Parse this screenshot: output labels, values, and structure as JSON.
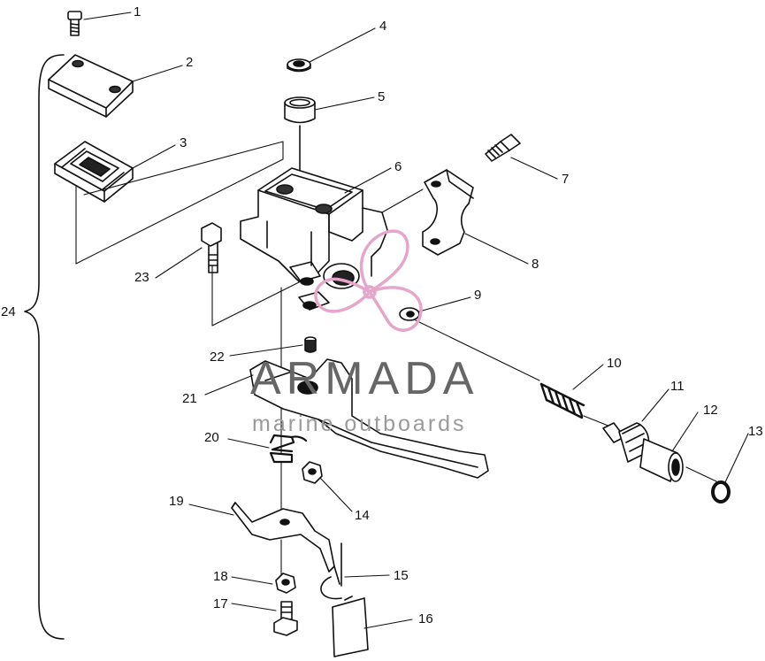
{
  "watermark": {
    "brand": "ARMADA",
    "tagline": "marine outboards",
    "logo_color": "#e5a6cc",
    "text_color": "#666666"
  },
  "ink_color": "#111111",
  "callouts": [
    {
      "id": "1",
      "label": "1"
    },
    {
      "id": "2",
      "label": "2"
    },
    {
      "id": "3",
      "label": "3"
    },
    {
      "id": "4",
      "label": "4"
    },
    {
      "id": "5",
      "label": "5"
    },
    {
      "id": "6",
      "label": "6"
    },
    {
      "id": "7",
      "label": "7"
    },
    {
      "id": "8",
      "label": "8"
    },
    {
      "id": "9",
      "label": "9"
    },
    {
      "id": "10",
      "label": "10"
    },
    {
      "id": "11",
      "label": "11"
    },
    {
      "id": "12",
      "label": "12"
    },
    {
      "id": "13",
      "label": "13"
    },
    {
      "id": "14",
      "label": "14"
    },
    {
      "id": "15",
      "label": "15"
    },
    {
      "id": "16",
      "label": "16"
    },
    {
      "id": "17",
      "label": "17"
    },
    {
      "id": "18",
      "label": "18"
    },
    {
      "id": "19",
      "label": "19"
    },
    {
      "id": "20",
      "label": "20"
    },
    {
      "id": "21",
      "label": "21"
    },
    {
      "id": "22",
      "label": "22"
    },
    {
      "id": "23",
      "label": "23"
    },
    {
      "id": "24",
      "label": "24"
    }
  ]
}
